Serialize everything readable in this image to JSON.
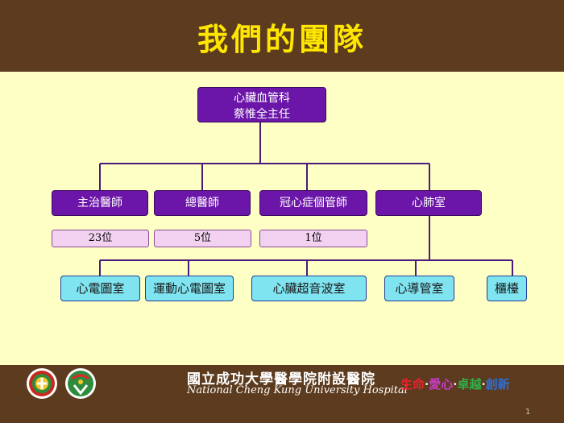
{
  "title": "我們的團隊",
  "root": {
    "line1": "心臟血管科",
    "line2": "蔡惟全主任"
  },
  "departments": [
    {
      "label": "主治醫師",
      "count": "23位"
    },
    {
      "label": "總醫師",
      "count": "5位"
    },
    {
      "label": "冠心症個管師",
      "count": "1位"
    },
    {
      "label": "心肺室"
    }
  ],
  "sub_units": [
    "心電圖室",
    "運動心電圖室",
    "心臟超音波室",
    "心導管室",
    "櫃檯"
  ],
  "footer": {
    "hospital_zh": "國立成功大學醫學院附設醫院",
    "hospital_en": "National Cheng Kung University Hospital",
    "slogan": [
      {
        "text": "生命",
        "color": "#E8242B"
      },
      {
        "text": "·",
        "color": "#FFFFFF"
      },
      {
        "text": "愛心",
        "color": "#C83CC8"
      },
      {
        "text": "·",
        "color": "#FFFFFF"
      },
      {
        "text": "卓越",
        "color": "#2FB14A"
      },
      {
        "text": "·",
        "color": "#FFFFFF"
      },
      {
        "text": "創新",
        "color": "#2F6FD6"
      }
    ],
    "page_number": "1"
  },
  "colors": {
    "header": "#5C3B1E",
    "background": "#FEFFC4",
    "box_purple": "#6B16A8",
    "box_cyan": "#7FE3F0",
    "box_pink": "#F2D2F0",
    "title": "#FFE600"
  },
  "icons": [
    "hospital-seal-logo",
    "hospital-emblem-logo"
  ]
}
